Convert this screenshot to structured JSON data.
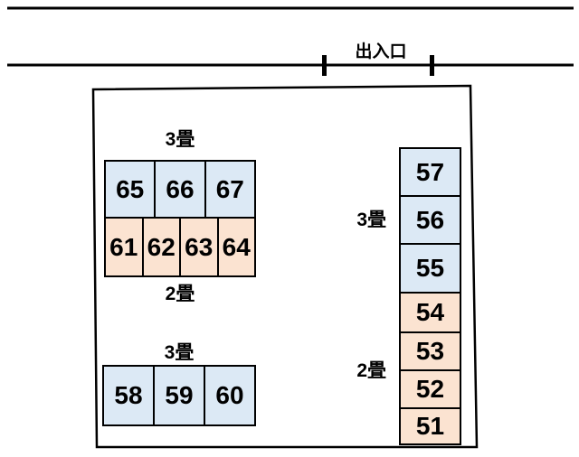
{
  "road": {
    "entrance_label": "出入口"
  },
  "colors": {
    "unit_3jo_fill": "#dce9f5",
    "unit_2jo_fill": "#fbe3d1",
    "line": "#000000"
  },
  "groups": {
    "left_top": {
      "size_label": "3畳",
      "units": [
        "65",
        "66",
        "67"
      ]
    },
    "left_mid": {
      "size_label": "2畳",
      "units": [
        "61",
        "62",
        "63",
        "64"
      ]
    },
    "left_bottom": {
      "size_label": "3畳",
      "units": [
        "58",
        "59",
        "60"
      ]
    },
    "right_3jo": {
      "size_label": "3畳",
      "units": [
        "57",
        "56",
        "55"
      ]
    },
    "right_2jo": {
      "size_label": "2畳",
      "units": [
        "54",
        "53",
        "52",
        "51"
      ]
    }
  }
}
